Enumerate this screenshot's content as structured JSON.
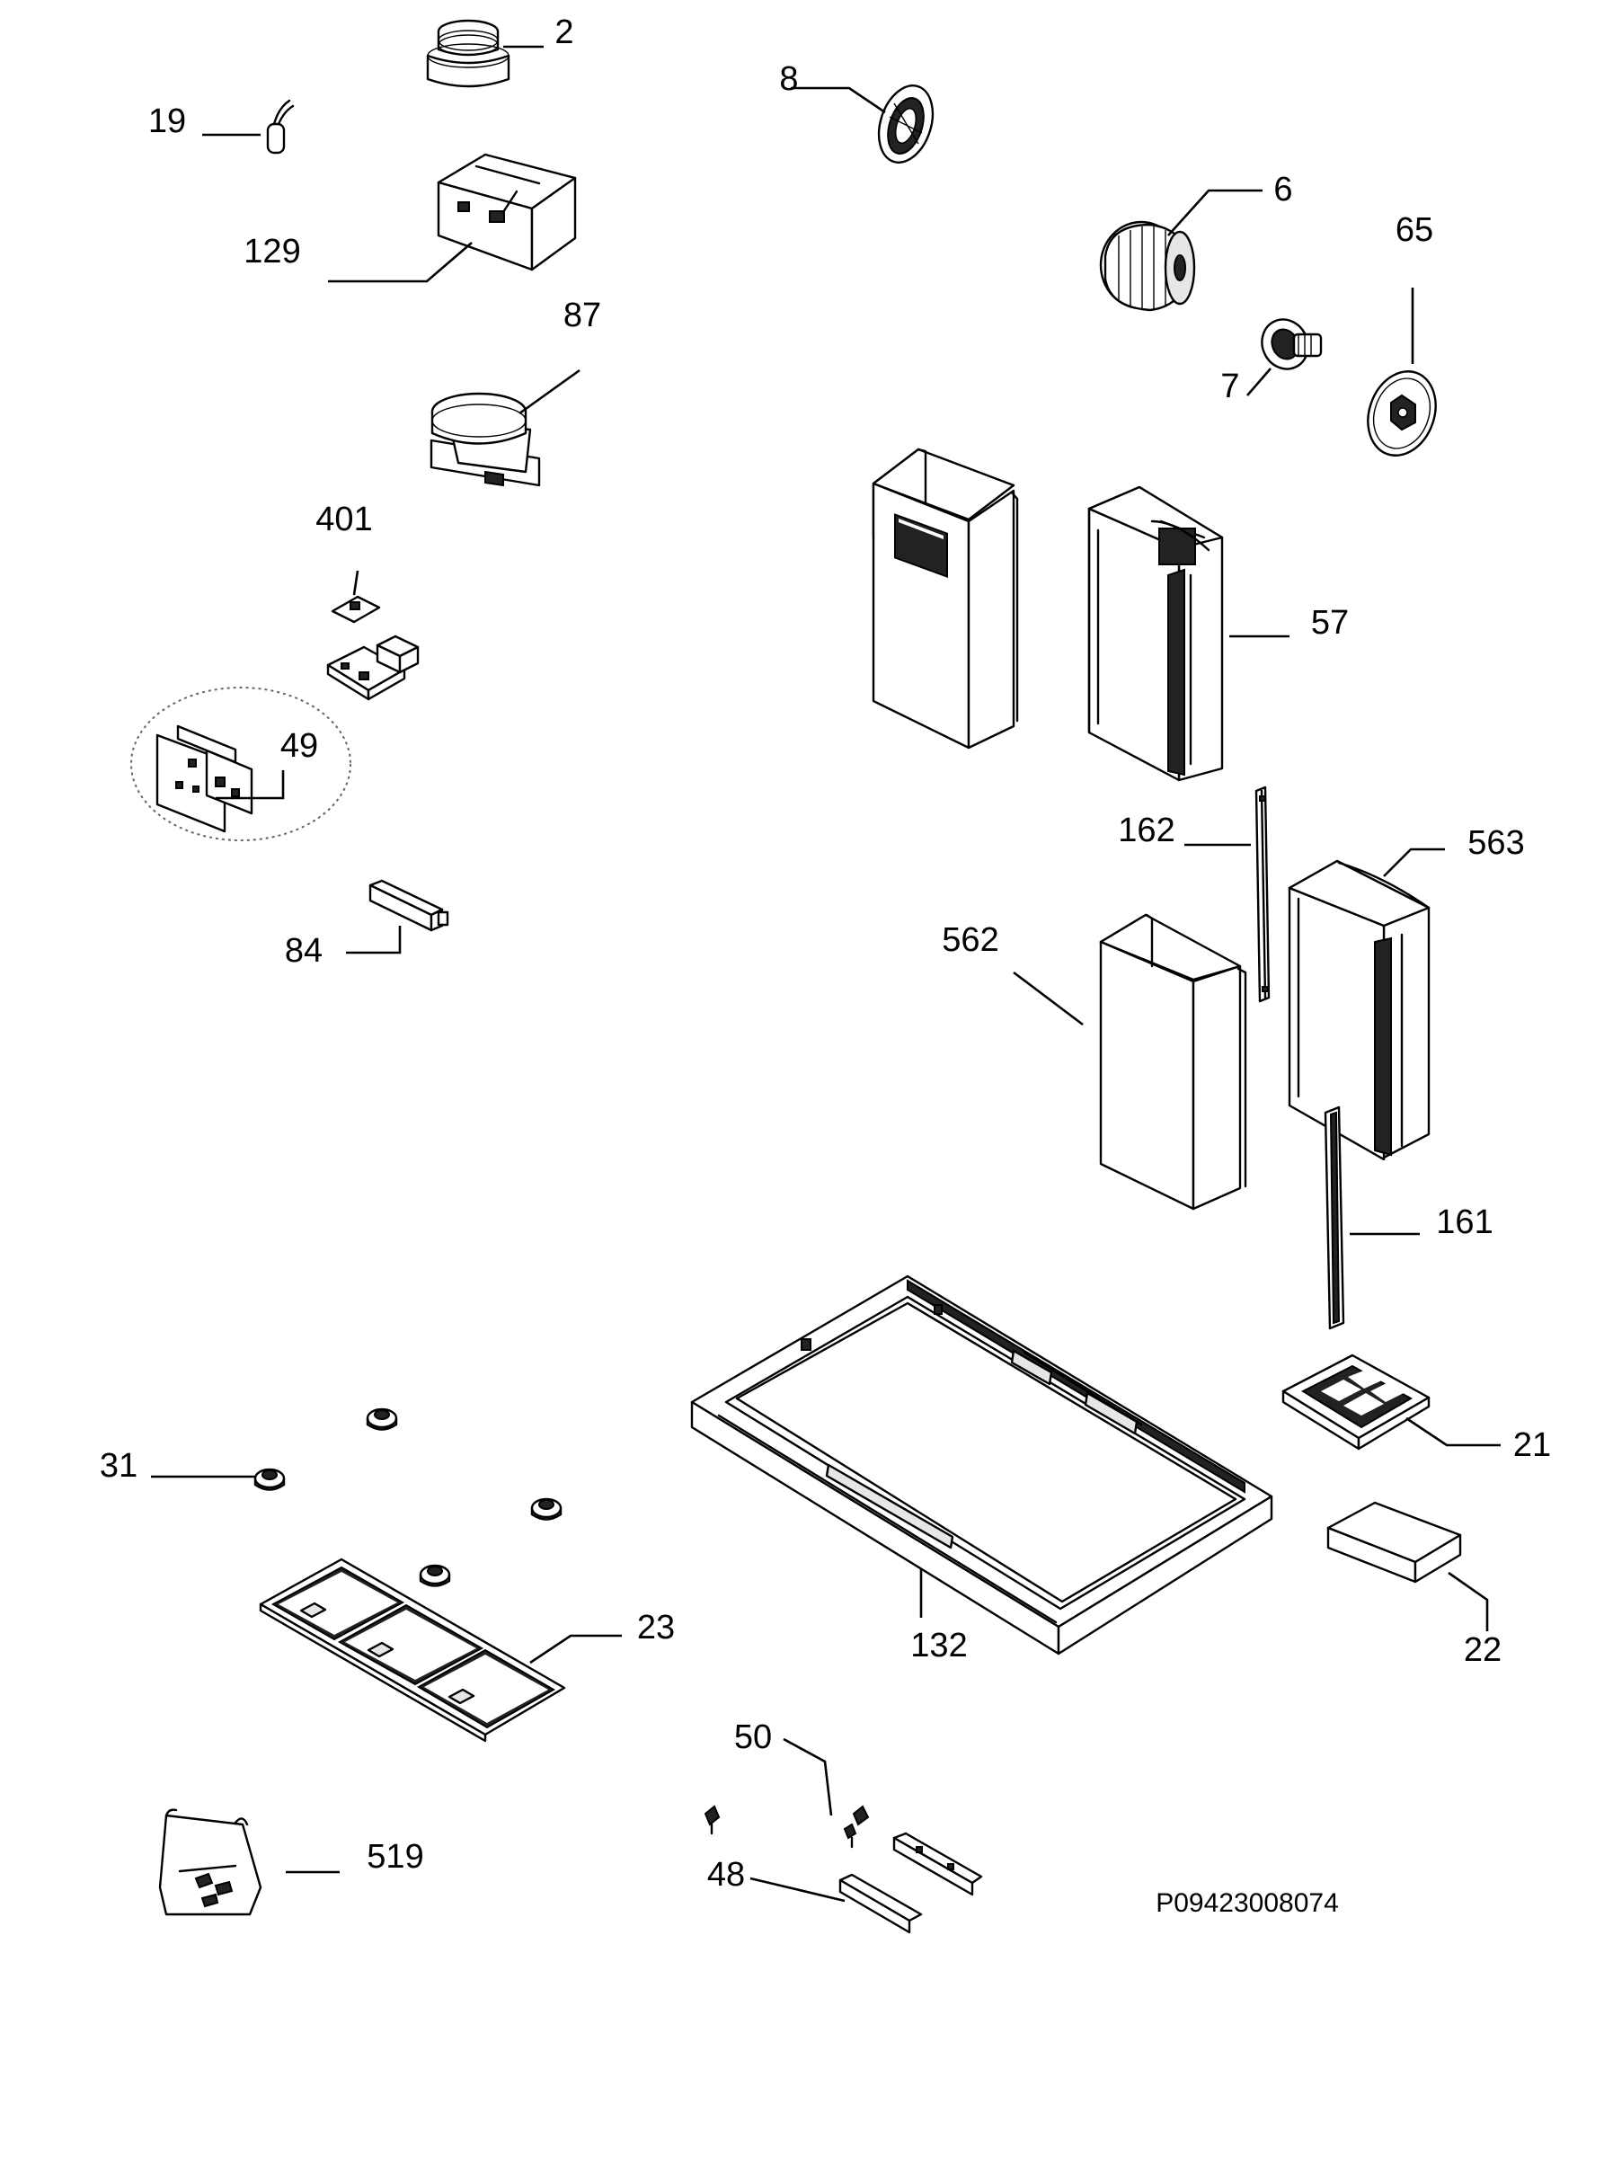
{
  "drawing_code": "P09423008074",
  "parts": {
    "p2": "2",
    "p19": "19",
    "p129": "129",
    "p87": "87",
    "p401": "401",
    "p49": "49",
    "p84": "84",
    "p8": "8",
    "p6": "6",
    "p65": "65",
    "p7": "7",
    "p57": "57",
    "p162": "162",
    "p563": "563",
    "p562": "562",
    "p161": "161",
    "p21": "21",
    "p31": "31",
    "p23": "23",
    "p132": "132",
    "p22": "22",
    "p50": "50",
    "p519": "519",
    "p48": "48"
  }
}
